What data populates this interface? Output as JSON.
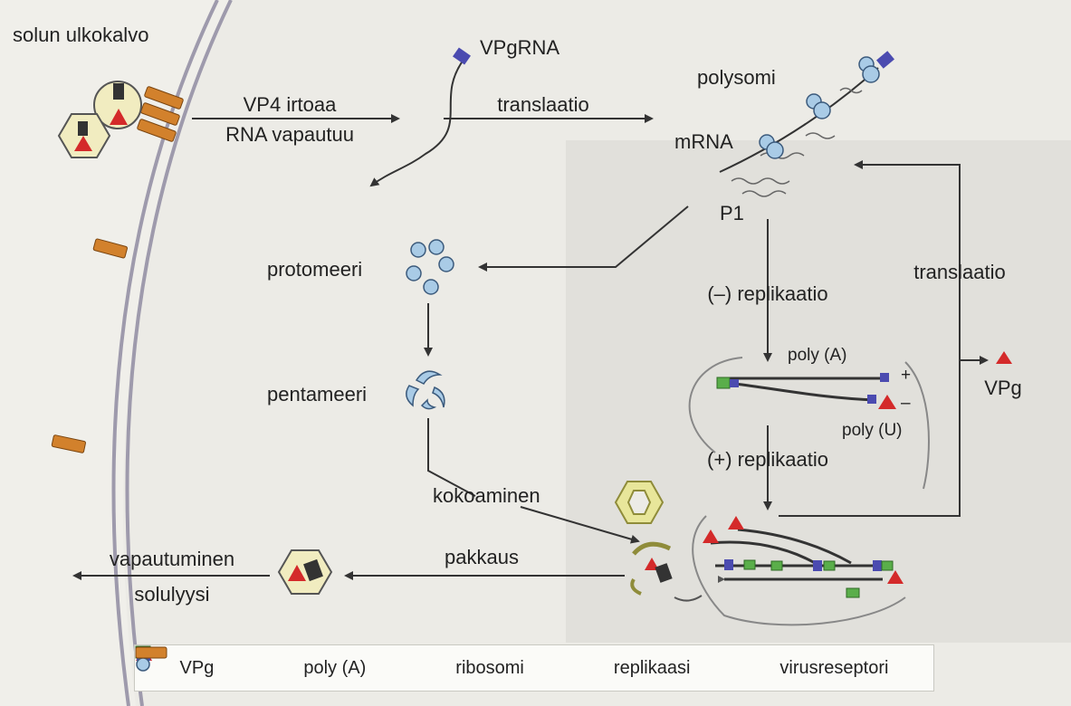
{
  "labels": {
    "membrane": "solun ulkokalvo",
    "vpgrna": "VPgRNA",
    "vp4_line1": "VP4 irtoaa",
    "vp4_line2": "RNA vapautuu",
    "translation_top": "translaatio",
    "polysome": "polysomi",
    "mrna": "mRNA",
    "p1": "P1",
    "protomer": "protomeeri",
    "pentamer": "pentameeri",
    "minus_replication": "(–) replikaatio",
    "plus_replication": "(+) replikaatio",
    "poly_a": "poly (A)",
    "poly_u": "poly (U)",
    "plus_sign": "+",
    "minus_sign": "–",
    "translation_right": "translaatio",
    "vpg_right": "VPg",
    "assembly": "kokoaminen",
    "packaging": "pakkaus",
    "release_line1": "vapautuminen",
    "release_line2": "solulyysi"
  },
  "legend": [
    {
      "label": "VPg",
      "icon": "vpg-triangle-icon"
    },
    {
      "label": "poly (A)",
      "icon": "poly-a-bars-icon"
    },
    {
      "label": "ribosomi",
      "icon": "ribosome-icon"
    },
    {
      "label": "replikaasi",
      "icon": "replicase-square-icon"
    },
    {
      "label": "virusreseptori",
      "icon": "virus-receptor-icon"
    }
  ],
  "colors": {
    "vpg": "#d42a2a",
    "poly_a": "#4b4bb0",
    "ribosome": "#a9cbe6",
    "replicase": "#5aae4a",
    "receptor": "#d2812c",
    "membrane": "#9e9aac",
    "arrow": "#333333"
  }
}
